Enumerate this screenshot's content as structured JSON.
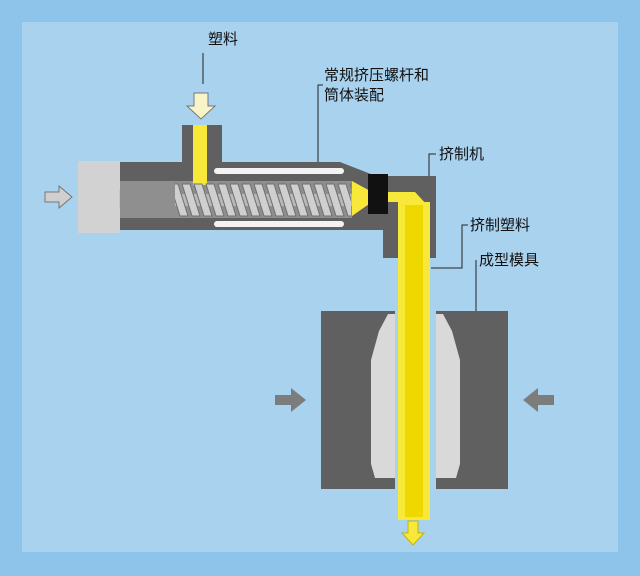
{
  "labels": {
    "plastic": "塑料",
    "screw_line1": "常规挤压螺杆和",
    "screw_line2": "筒体装配",
    "extruder": "挤制机",
    "extruded_plastic": "挤制塑料",
    "mold": "成型模具"
  },
  "colors": {
    "background": "#8ec3ea",
    "panel": "#a9d2ef",
    "machine": "#5f5f5f",
    "plastic": "#f7e839",
    "screw": "#9f9f9f",
    "piston": "#cfcfcf",
    "arrow": "#7c7c7c",
    "seal": "#111111"
  },
  "icons": [
    "arrow-down-icon",
    "arrow-right-icon",
    "arrow-left-icon"
  ]
}
